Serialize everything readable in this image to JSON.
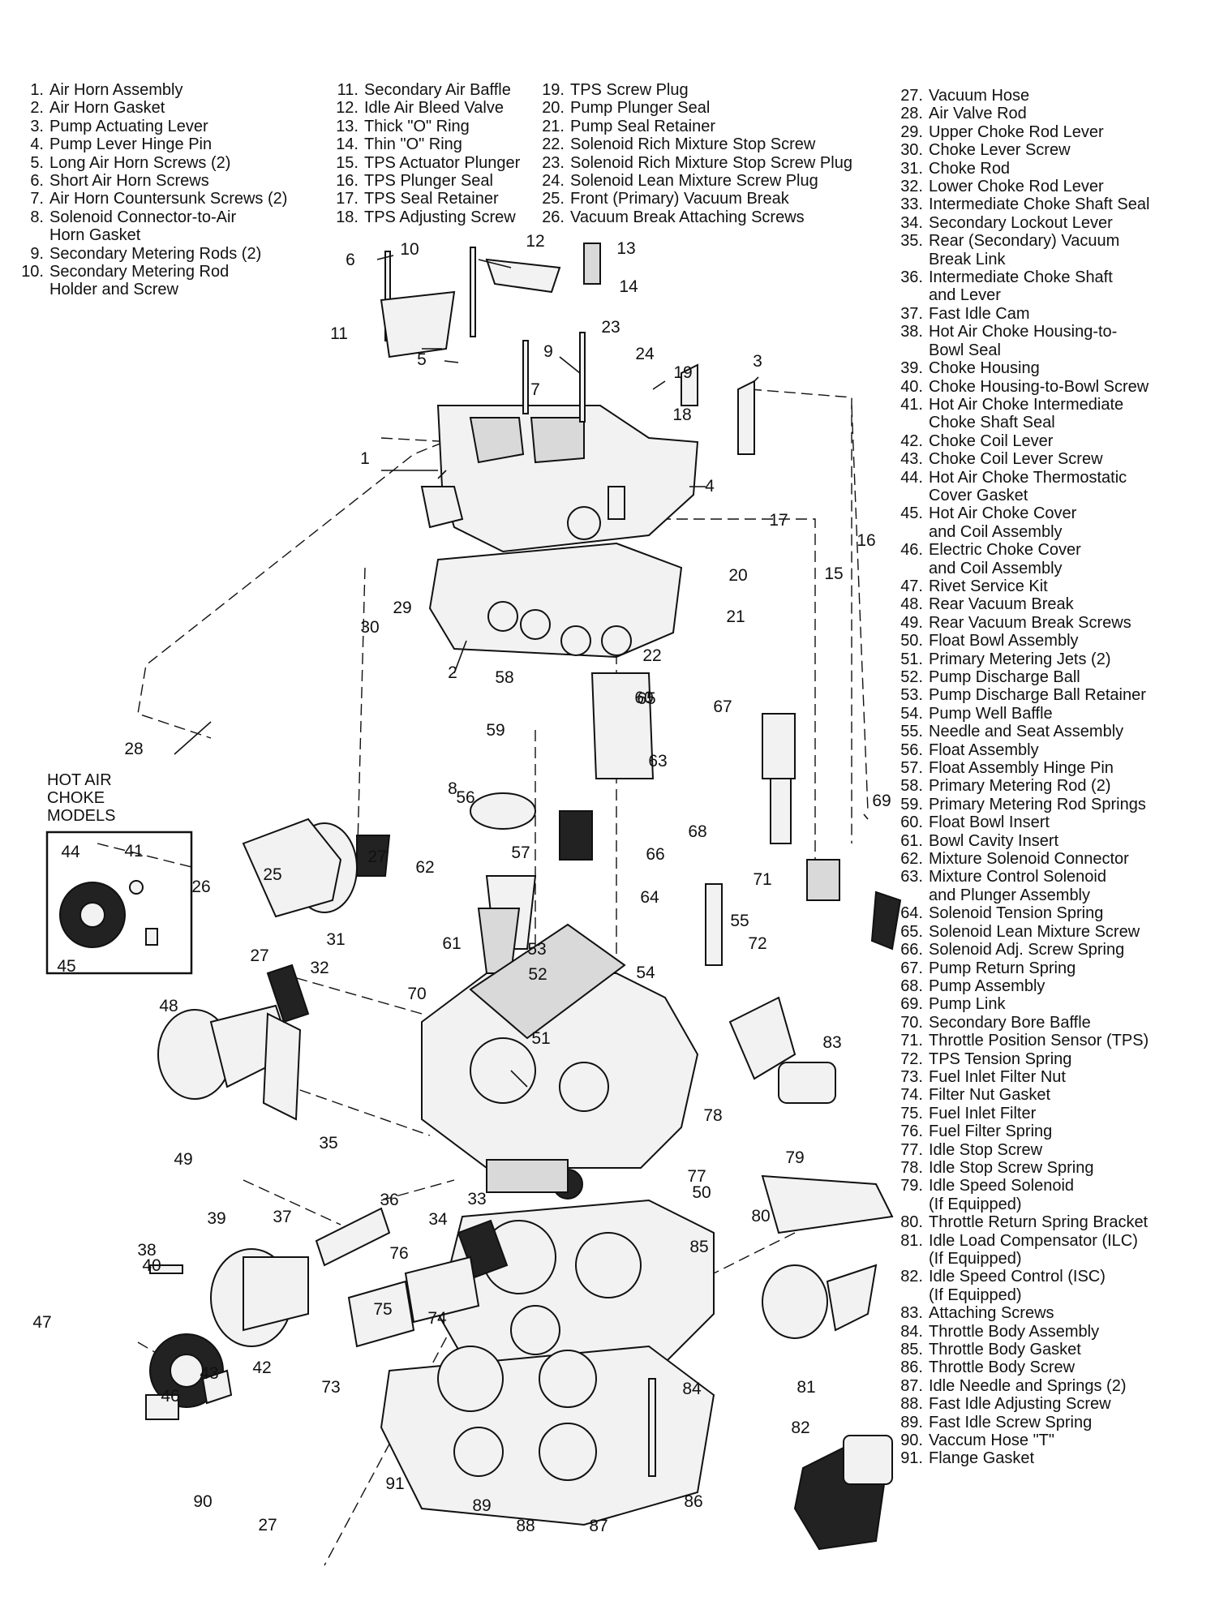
{
  "legend_columns": [
    [
      {
        "n": "1.",
        "t": "Air Horn Assembly"
      },
      {
        "n": "2.",
        "t": "Air Horn Gasket"
      },
      {
        "n": "3.",
        "t": "Pump Actuating Lever"
      },
      {
        "n": "4.",
        "t": "Pump Lever Hinge Pin"
      },
      {
        "n": "5.",
        "t": "Long Air Horn Screws (2)"
      },
      {
        "n": "6.",
        "t": "Short Air Horn Screws"
      },
      {
        "n": "7.",
        "t": "Air Horn Countersunk Screws (2)"
      },
      {
        "n": "8.",
        "t": "Solenoid Connector-to-Air\nHorn Gasket"
      },
      {
        "n": "9.",
        "t": "Secondary Metering Rods (2)"
      },
      {
        "n": "10.",
        "t": "Secondary Metering Rod\nHolder and Screw"
      }
    ],
    [
      {
        "n": "11.",
        "t": "Secondary Air Baffle"
      },
      {
        "n": "12.",
        "t": "Idle Air Bleed Valve"
      },
      {
        "n": "13.",
        "t": "Thick \"O\" Ring"
      },
      {
        "n": "14.",
        "t": "Thin \"O\" Ring"
      },
      {
        "n": "15.",
        "t": "TPS Actuator Plunger"
      },
      {
        "n": "16.",
        "t": "TPS Plunger Seal"
      },
      {
        "n": "17.",
        "t": "TPS Seal Retainer"
      },
      {
        "n": "18.",
        "t": "TPS Adjusting Screw"
      }
    ],
    [
      {
        "n": "19.",
        "t": "TPS Screw Plug"
      },
      {
        "n": "20.",
        "t": "Pump Plunger Seal"
      },
      {
        "n": "21.",
        "t": "Pump Seal Retainer"
      },
      {
        "n": "22.",
        "t": "Solenoid Rich Mixture Stop Screw"
      },
      {
        "n": "23.",
        "t": "Solenoid Rich Mixture Stop Screw Plug"
      },
      {
        "n": "24.",
        "t": "Solenoid Lean Mixture Screw Plug"
      },
      {
        "n": "25.",
        "t": "Front (Primary) Vacuum Break"
      },
      {
        "n": "26.",
        "t": "Vacuum Break Attaching Screws"
      }
    ],
    [
      {
        "n": "27.",
        "t": "Vacuum Hose"
      },
      {
        "n": "28.",
        "t": "Air Valve Rod"
      },
      {
        "n": "29.",
        "t": "Upper Choke Rod Lever"
      },
      {
        "n": "30.",
        "t": "Choke Lever Screw"
      },
      {
        "n": "31.",
        "t": "Choke Rod"
      },
      {
        "n": "32.",
        "t": "Lower Choke Rod Lever"
      },
      {
        "n": "33.",
        "t": "Intermediate Choke Shaft Seal"
      },
      {
        "n": "34.",
        "t": "Secondary Lockout Lever"
      },
      {
        "n": "35.",
        "t": "Rear (Secondary) Vacuum\nBreak Link"
      },
      {
        "n": "36.",
        "t": "Intermediate Choke Shaft\nand Lever"
      },
      {
        "n": "37.",
        "t": "Fast Idle Cam"
      },
      {
        "n": "38.",
        "t": "Hot Air Choke Housing-to-\nBowl Seal"
      },
      {
        "n": "39.",
        "t": "Choke Housing"
      },
      {
        "n": "40.",
        "t": "Choke Housing-to-Bowl Screw"
      },
      {
        "n": "41.",
        "t": "Hot Air Choke Intermediate\nChoke Shaft Seal"
      },
      {
        "n": "42.",
        "t": "Choke Coil Lever"
      },
      {
        "n": "43.",
        "t": "Choke Coil Lever Screw"
      },
      {
        "n": "44.",
        "t": "Hot Air Choke Thermostatic\nCover Gasket"
      },
      {
        "n": "45.",
        "t": "Hot Air Choke Cover\nand Coil Assembly"
      },
      {
        "n": "46.",
        "t": "Electric Choke Cover\nand Coil Assembly"
      },
      {
        "n": "47.",
        "t": "Rivet Service Kit"
      },
      {
        "n": "48.",
        "t": "Rear Vacuum Break"
      },
      {
        "n": "49.",
        "t": "Rear Vacuum Break Screws"
      },
      {
        "n": "50.",
        "t": "Float Bowl Assembly"
      },
      {
        "n": "51.",
        "t": "Primary Metering Jets (2)"
      },
      {
        "n": "52.",
        "t": "Pump Discharge Ball"
      },
      {
        "n": "53.",
        "t": "Pump Discharge Ball Retainer"
      },
      {
        "n": "54.",
        "t": "Pump Well Baffle"
      },
      {
        "n": "55.",
        "t": "Needle and Seat Assembly"
      },
      {
        "n": "56.",
        "t": "Float Assembly"
      },
      {
        "n": "57.",
        "t": "Float Assembly Hinge Pin"
      },
      {
        "n": "58.",
        "t": "Primary Metering Rod (2)"
      },
      {
        "n": "59.",
        "t": "Primary Metering Rod Springs"
      },
      {
        "n": "60.",
        "t": "Float Bowl Insert"
      },
      {
        "n": "61.",
        "t": "Bowl Cavity Insert"
      },
      {
        "n": "62.",
        "t": "Mixture Solenoid Connector"
      },
      {
        "n": "63.",
        "t": "Mixture Control Solenoid\nand Plunger Assembly"
      },
      {
        "n": "64.",
        "t": "Solenoid Tension Spring"
      },
      {
        "n": "65.",
        "t": "Solenoid Lean Mixture Screw"
      },
      {
        "n": "66.",
        "t": "Solenoid Adj. Screw Spring"
      },
      {
        "n": "67.",
        "t": "Pump Return Spring"
      },
      {
        "n": "68.",
        "t": "Pump Assembly"
      },
      {
        "n": "69.",
        "t": "Pump Link"
      },
      {
        "n": "70.",
        "t": "Secondary Bore Baffle"
      },
      {
        "n": "71.",
        "t": "Throttle Position Sensor (TPS)"
      },
      {
        "n": "72.",
        "t": "TPS Tension Spring"
      },
      {
        "n": "73.",
        "t": "Fuel Inlet Filter Nut"
      },
      {
        "n": "74.",
        "t": "Filter Nut Gasket"
      },
      {
        "n": "75.",
        "t": "Fuel Inlet Filter"
      },
      {
        "n": "76.",
        "t": "Fuel Filter Spring"
      },
      {
        "n": "77.",
        "t": "Idle Stop Screw"
      },
      {
        "n": "78.",
        "t": "Idle Stop Screw Spring"
      },
      {
        "n": "79.",
        "t": "Idle Speed Solenoid\n(If Equipped)"
      },
      {
        "n": "80.",
        "t": "Throttle Return Spring Bracket"
      },
      {
        "n": "81.",
        "t": "Idle Load Compensator (ILC)\n(If Equipped)"
      },
      {
        "n": "82.",
        "t": "Idle Speed Control (ISC)\n(If Equipped)"
      },
      {
        "n": "83.",
        "t": "Attaching Screws"
      },
      {
        "n": "84.",
        "t": "Throttle Body Assembly"
      },
      {
        "n": "85.",
        "t": "Throttle Body Gasket"
      },
      {
        "n": "86.",
        "t": "Throttle Body Screw"
      },
      {
        "n": "87.",
        "t": "Idle Needle and Springs (2)"
      },
      {
        "n": "88.",
        "t": "Fast Idle Adjusting Screw"
      },
      {
        "n": "89.",
        "t": "Fast Idle Screw Spring"
      },
      {
        "n": "90.",
        "t": "Vaccum Hose \"T\""
      },
      {
        "n": "91.",
        "t": "Flange Gasket"
      }
    ]
  ],
  "inset": {
    "title_lines": [
      "HOT AIR",
      "CHOKE",
      "MODELS"
    ]
  },
  "callouts": [
    {
      "t": "1"
    },
    {
      "t": "2"
    },
    {
      "t": "3"
    },
    {
      "t": "4"
    },
    {
      "t": "5"
    },
    {
      "t": "6"
    },
    {
      "t": "7"
    },
    {
      "t": "8"
    },
    {
      "t": "9"
    },
    {
      "t": "10"
    },
    {
      "t": "11"
    },
    {
      "t": "12"
    },
    {
      "t": "13"
    },
    {
      "t": "14"
    },
    {
      "t": "15"
    },
    {
      "t": "16"
    },
    {
      "t": "17"
    },
    {
      "t": "18"
    },
    {
      "t": "19"
    },
    {
      "t": "20"
    },
    {
      "t": "21"
    },
    {
      "t": "22"
    },
    {
      "t": "23"
    },
    {
      "t": "24"
    },
    {
      "t": "25"
    },
    {
      "t": "26"
    },
    {
      "t": "27"
    },
    {
      "t": "27"
    },
    {
      "t": "27"
    },
    {
      "t": "28"
    },
    {
      "t": "29"
    },
    {
      "t": "30"
    },
    {
      "t": "31"
    },
    {
      "t": "32"
    },
    {
      "t": "33"
    },
    {
      "t": "34"
    },
    {
      "t": "35"
    },
    {
      "t": "36"
    },
    {
      "t": "37"
    },
    {
      "t": "38"
    },
    {
      "t": "39"
    },
    {
      "t": "40"
    },
    {
      "t": "41"
    },
    {
      "t": "42"
    },
    {
      "t": "43"
    },
    {
      "t": "44"
    },
    {
      "t": "45"
    },
    {
      "t": "46"
    },
    {
      "t": "47"
    },
    {
      "t": "48"
    },
    {
      "t": "49"
    },
    {
      "t": "50"
    },
    {
      "t": "51"
    },
    {
      "t": "52"
    },
    {
      "t": "53"
    },
    {
      "t": "54"
    },
    {
      "t": "55"
    },
    {
      "t": "56"
    },
    {
      "t": "57"
    },
    {
      "t": "58"
    },
    {
      "t": "59"
    },
    {
      "t": "60"
    },
    {
      "t": "61"
    },
    {
      "t": "62"
    },
    {
      "t": "63"
    },
    {
      "t": "64"
    },
    {
      "t": "65"
    },
    {
      "t": "66"
    },
    {
      "t": "67"
    },
    {
      "t": "68"
    },
    {
      "t": "69"
    },
    {
      "t": "70"
    },
    {
      "t": "71"
    },
    {
      "t": "72"
    },
    {
      "t": "73"
    },
    {
      "t": "74"
    },
    {
      "t": "75"
    },
    {
      "t": "76"
    },
    {
      "t": "77"
    },
    {
      "t": "78"
    },
    {
      "t": "79"
    },
    {
      "t": "80"
    },
    {
      "t": "81"
    },
    {
      "t": "82"
    },
    {
      "t": "83"
    },
    {
      "t": "84"
    },
    {
      "t": "85"
    },
    {
      "t": "86"
    },
    {
      "t": "87"
    },
    {
      "t": "88"
    },
    {
      "t": "89"
    },
    {
      "t": "90"
    },
    {
      "t": "91"
    }
  ]
}
